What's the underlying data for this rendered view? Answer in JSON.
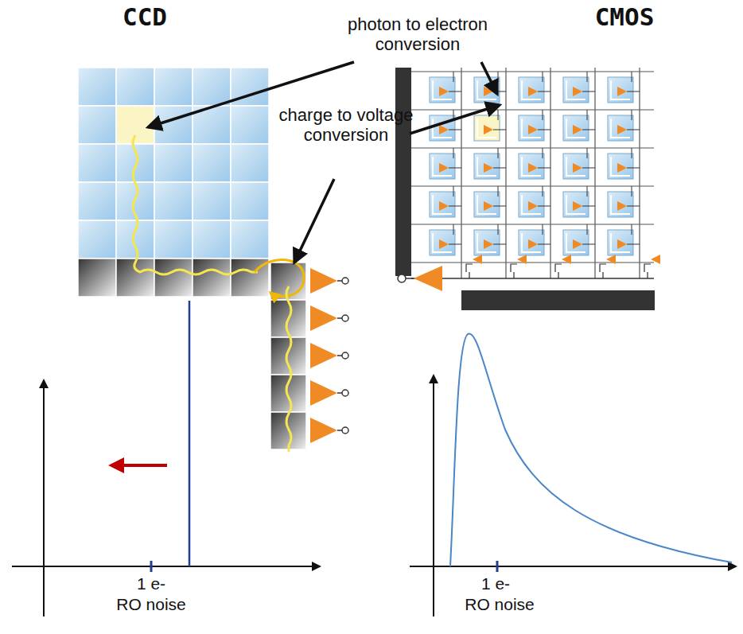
{
  "diagram": {
    "labels": [
      "CCD",
      "CMOS",
      "photon to electron conversion",
      "charge to voltage conversion",
      "1 e-",
      "RO noise",
      "1 e-",
      "RO noise"
    ]
  }
}
